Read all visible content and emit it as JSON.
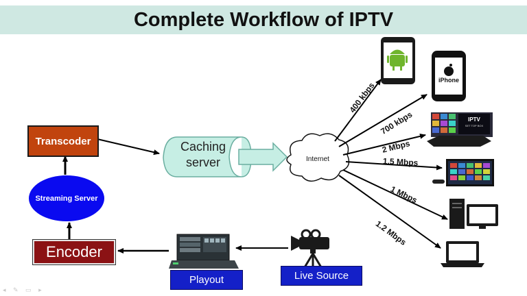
{
  "title": "Complete Workflow of IPTV",
  "nodes": {
    "transcoder": "Transcoder",
    "streaming_server": "Streaming Server",
    "encoder": "Encoder",
    "caching_line1": "Caching",
    "caching_line2": "server",
    "internet": "Internet",
    "playout": "Playout",
    "live_source": "Live Source"
  },
  "speeds": {
    "android": "400 kbps",
    "iphone": "700 kbps",
    "settop": "2 Mbps",
    "tv": "1.5 Mbps",
    "desktop": "1 Mbps",
    "laptop": "1.2 Mbps"
  },
  "devices": {
    "iphone_label": "iPhone",
    "settop_label": "IPTV",
    "settop_sub": "SET TOP BOX"
  },
  "icons": [
    "android-phone-icon",
    "iphone-icon",
    "set-top-box-icon",
    "smart-tv-icon",
    "desktop-computer-icon",
    "laptop-icon",
    "video-camera-icon",
    "playout-server-icon"
  ]
}
